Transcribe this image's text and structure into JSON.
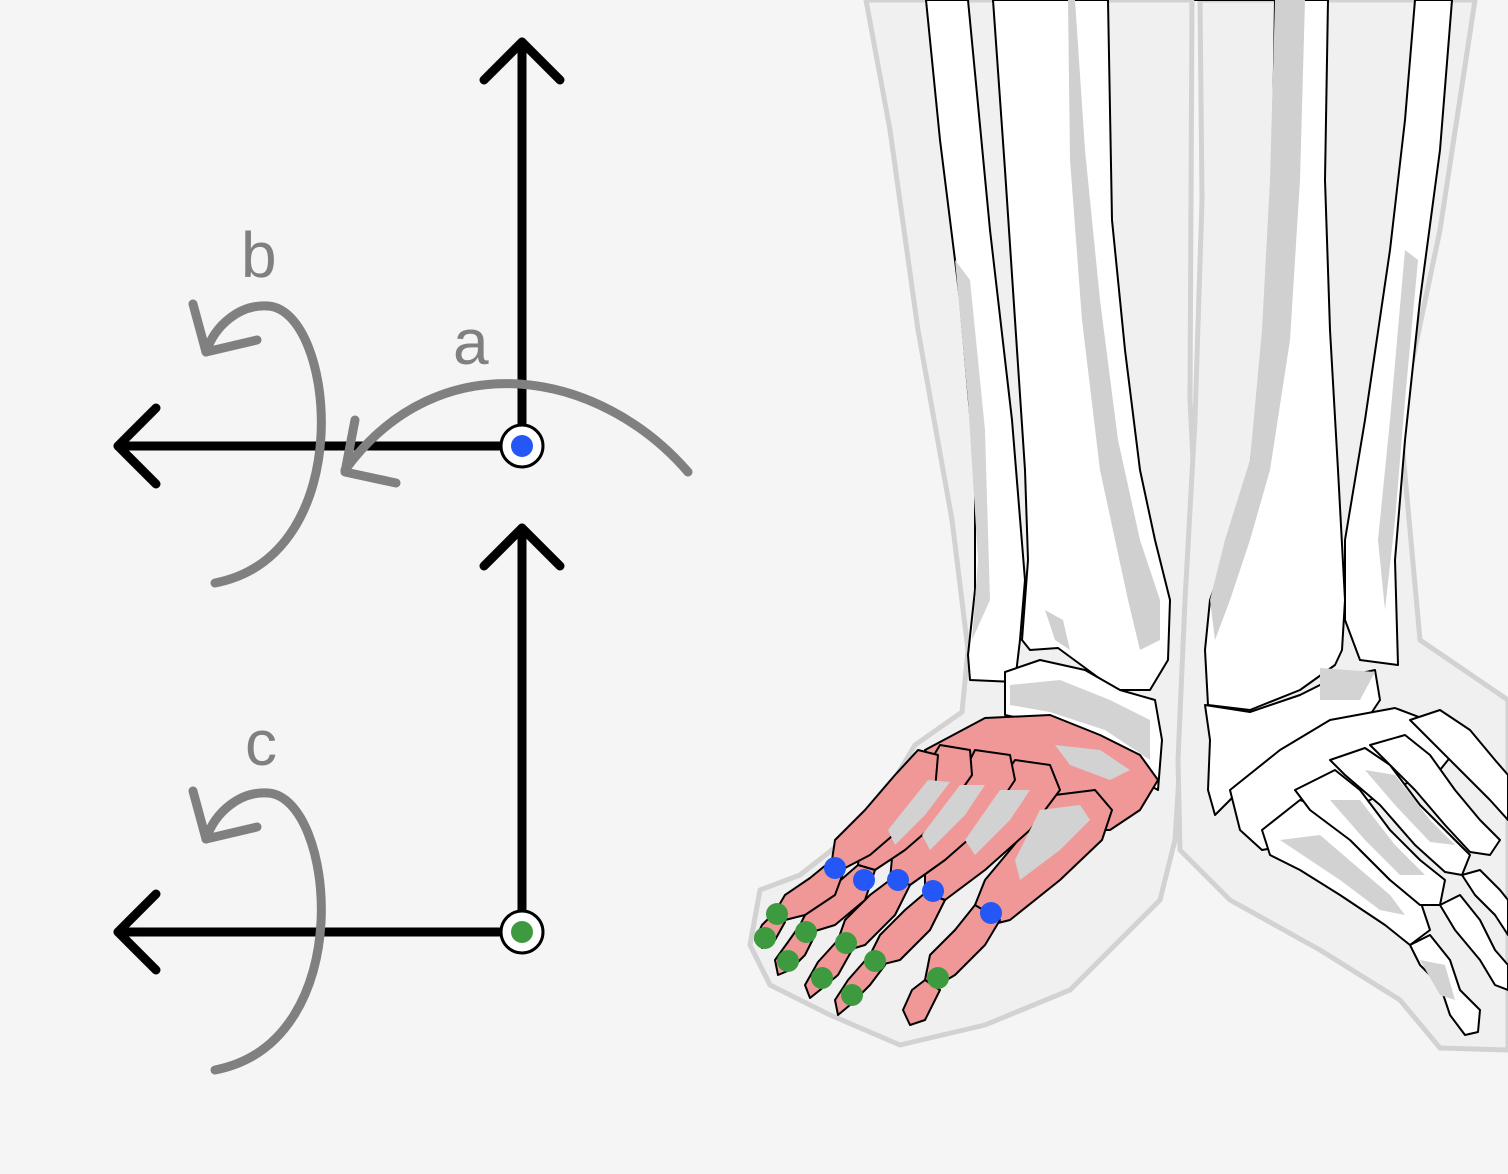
{
  "labels": {
    "a": "a",
    "b": "b",
    "c": "c"
  },
  "colors": {
    "background": "#f5f5f5",
    "axis": "#000000",
    "rotation_arrow": "#808080",
    "label": "#808080",
    "highlight_bone": "#f09898",
    "bone": "#ffffff",
    "bone_shadow": "#d0d0d0",
    "silhouette": "#dcdcdc",
    "mtp_joint": "#2457f5",
    "ip_joint": "#3e9a3e"
  },
  "icons": {
    "upper_origin": "blue-joint-origin-icon",
    "lower_origin": "green-joint-origin-icon"
  }
}
